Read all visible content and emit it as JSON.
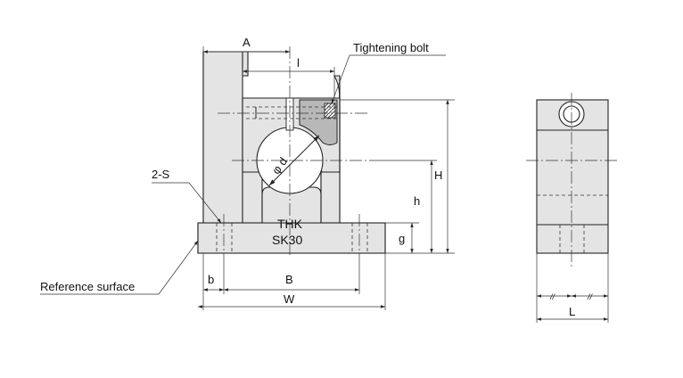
{
  "labels": {
    "A": "A",
    "l": "l",
    "tightening_bolt": "Tightening bolt",
    "two_s": "2-S",
    "phi_d": "φ d",
    "H": "H",
    "h": "h",
    "g": "g",
    "mark_line1": "THK",
    "mark_line2": "SK30",
    "reference_surface": "Reference surface",
    "b": "b",
    "B": "B",
    "W": "W",
    "L": "L",
    "equal_left": "//",
    "equal_right": "//"
  },
  "colors": {
    "body_fill": "#e4e4e4",
    "clamp_fill": "#b8b8b8",
    "line": "#222222"
  }
}
